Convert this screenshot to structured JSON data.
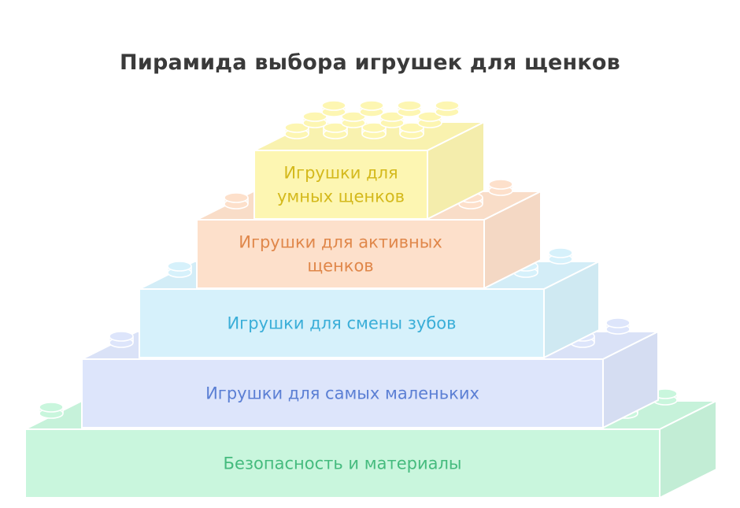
{
  "title": "Пирамида выбора игрушек для щенков",
  "levels": [
    {
      "id": "top",
      "lines": [
        "Игрушки для",
        "умных щенков"
      ],
      "fill": "#fdf6b2",
      "text_color": "#d4b91c"
    },
    {
      "id": "active",
      "lines": [
        "Игрушки для активных",
        "щенков"
      ],
      "fill": "#fde0cb",
      "text_color": "#e0874a"
    },
    {
      "id": "teething",
      "lines": [
        "Игрушки для смены зубов"
      ],
      "fill": "#d6f1fb",
      "text_color": "#3aaed8"
    },
    {
      "id": "smallest",
      "lines": [
        "Игрушки для самых маленьких"
      ],
      "fill": "#dde5fb",
      "text_color": "#5b7fd4"
    },
    {
      "id": "safety",
      "lines": [
        "Безопасность и материалы"
      ],
      "fill": "#c9f6dd",
      "text_color": "#45bb7e"
    }
  ]
}
